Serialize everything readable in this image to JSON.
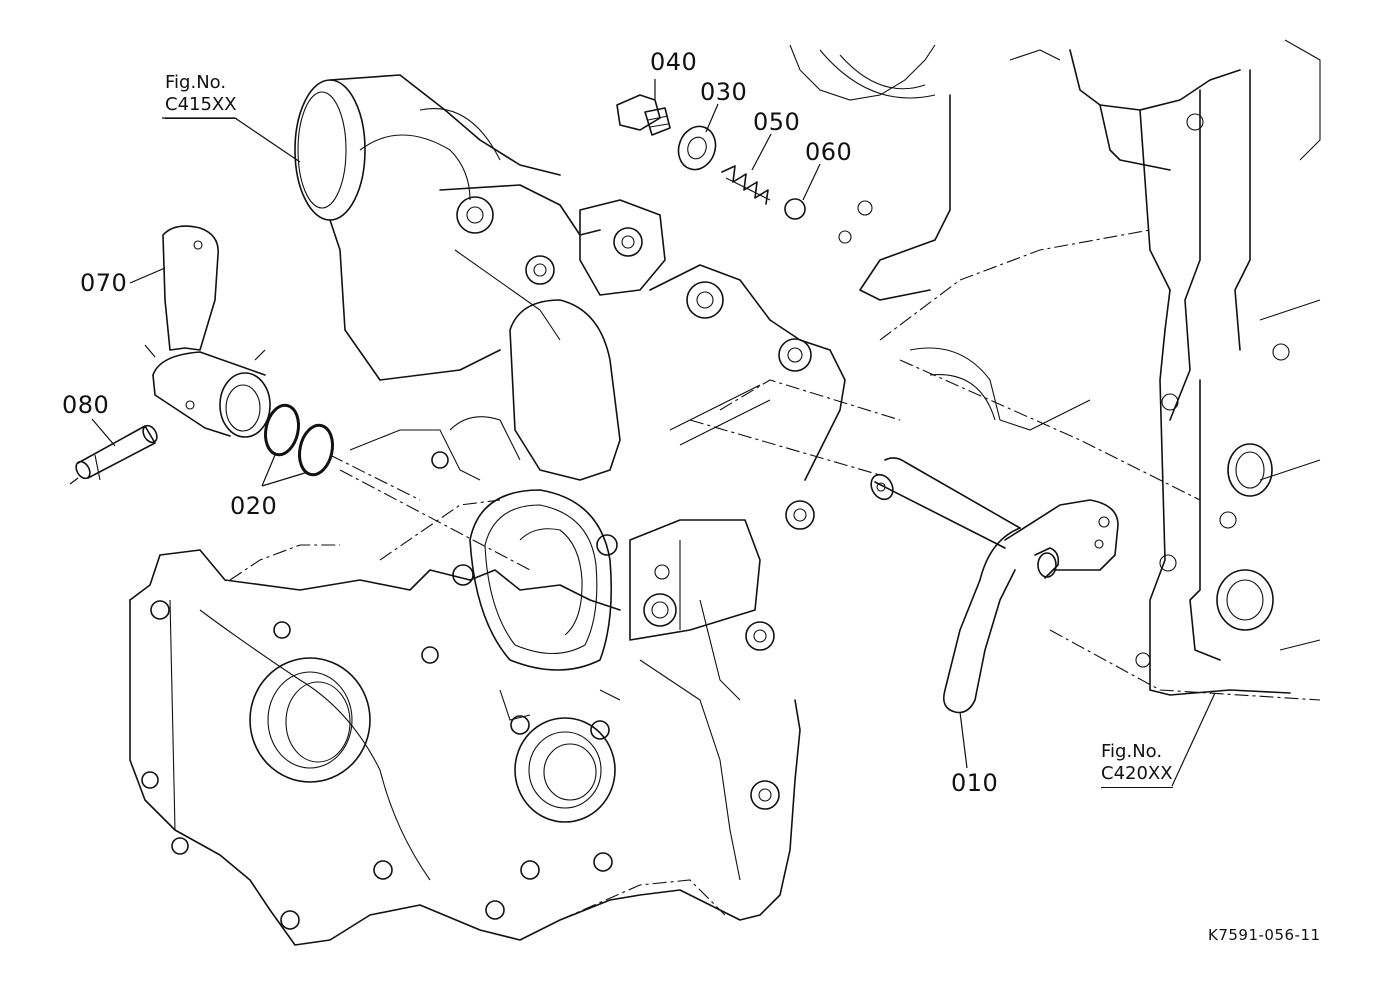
{
  "labels": {
    "part_010": "010",
    "part_020": "020",
    "part_030": "030",
    "part_040": "040",
    "part_050": "050",
    "part_060": "060",
    "part_070": "070",
    "part_080": "080"
  },
  "fig_refs": {
    "top_left": {
      "title": "Fig.No.",
      "code": "C415XX"
    },
    "bottom_right": {
      "title": "Fig.No.",
      "code": "C420XX"
    }
  },
  "drawing_id": "K7591-056-11"
}
